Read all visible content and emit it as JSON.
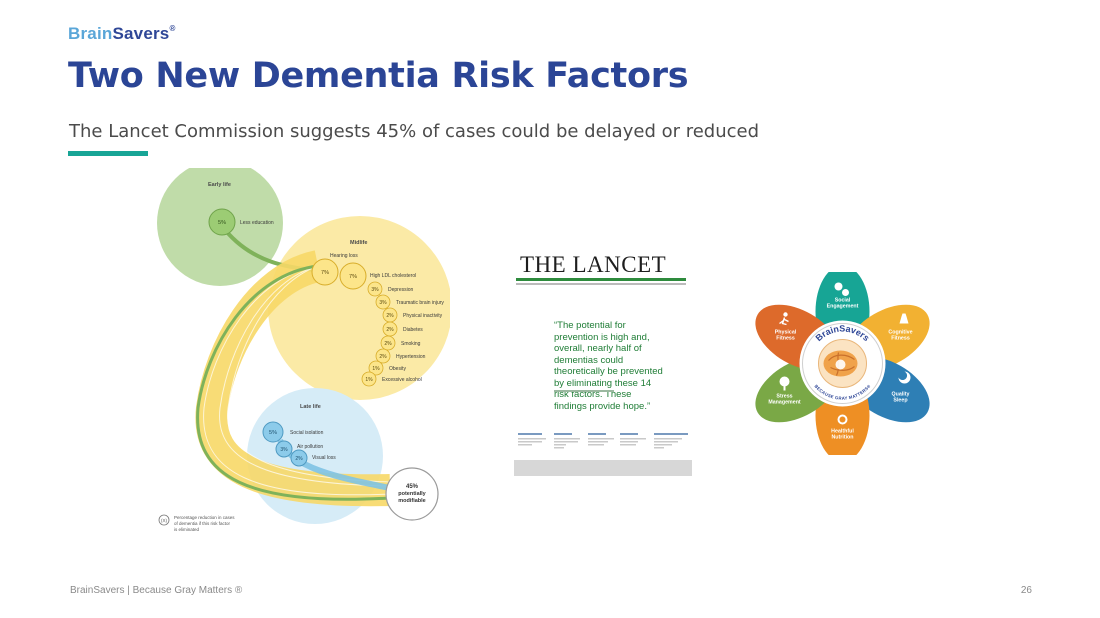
{
  "logo": {
    "part1": "Brain",
    "part2": "Savers",
    "mark": "®"
  },
  "title": "Two New Dementia Risk Factors",
  "subtitle": "The Lancet Commission suggests 45% of cases could be delayed or reduced",
  "footer": "BrainSavers | Because Gray Matters ®",
  "page_number": "26",
  "diagram": {
    "early_life": {
      "heading": "Early life",
      "factors": [
        {
          "pct": "5%",
          "label": "Less education"
        }
      ]
    },
    "midlife": {
      "heading": "Midlife",
      "factors": [
        {
          "pct": "7%",
          "label": "Hearing loss"
        },
        {
          "pct": "7%",
          "label": "High LDL cholesterol"
        },
        {
          "pct": "3%",
          "label": "Depression"
        },
        {
          "pct": "3%",
          "label": "Traumatic brain injury"
        },
        {
          "pct": "2%",
          "label": "Physical inactivity"
        },
        {
          "pct": "2%",
          "label": "Diabetes"
        },
        {
          "pct": "2%",
          "label": "Smoking"
        },
        {
          "pct": "2%",
          "label": "Hypertension"
        },
        {
          "pct": "1%",
          "label": "Obesity"
        },
        {
          "pct": "1%",
          "label": "Excessive alcohol"
        }
      ]
    },
    "late_life": {
      "heading": "Late life",
      "factors": [
        {
          "pct": "5%",
          "label": "Social isolation"
        },
        {
          "pct": "3%",
          "label": "Air pollution"
        },
        {
          "pct": "2%",
          "label": "Visual loss"
        }
      ]
    },
    "total": {
      "pct": "45%",
      "line1": "potentially",
      "line2": "modifiable"
    },
    "legend": {
      "symbol": "(X)",
      "line1": "Percentage reduction in cases",
      "line2": "of dementia if this risk factor",
      "line3": "is eliminated"
    }
  },
  "lancet": {
    "masthead": "THE LANCET",
    "quote": "“The potential for prevention is high and, overall, nearly half of dementias could theoretically be prevented by eliminating these 14 risk factors. These findings provide hope.”"
  },
  "brainsavers_wheel": {
    "center_top": "BrainSavers",
    "center_bottom": "BECAUSE GRAY MATTERS®",
    "petals": [
      {
        "line1": "Social",
        "line2": "Engagement",
        "color": "#17a595"
      },
      {
        "line1": "Cognitive",
        "line2": "Fitness",
        "color": "#f2b132"
      },
      {
        "line1": "Quality",
        "line2": "Sleep",
        "color": "#2e7fb5"
      },
      {
        "line1": "Healthful",
        "line2": "Nutrition",
        "color": "#ee8f24"
      },
      {
        "line1": "Stress",
        "line2": "Management",
        "color": "#7aa846"
      },
      {
        "line1": "Physical",
        "line2": "Fitness",
        "color": "#dd6a2b"
      }
    ]
  }
}
